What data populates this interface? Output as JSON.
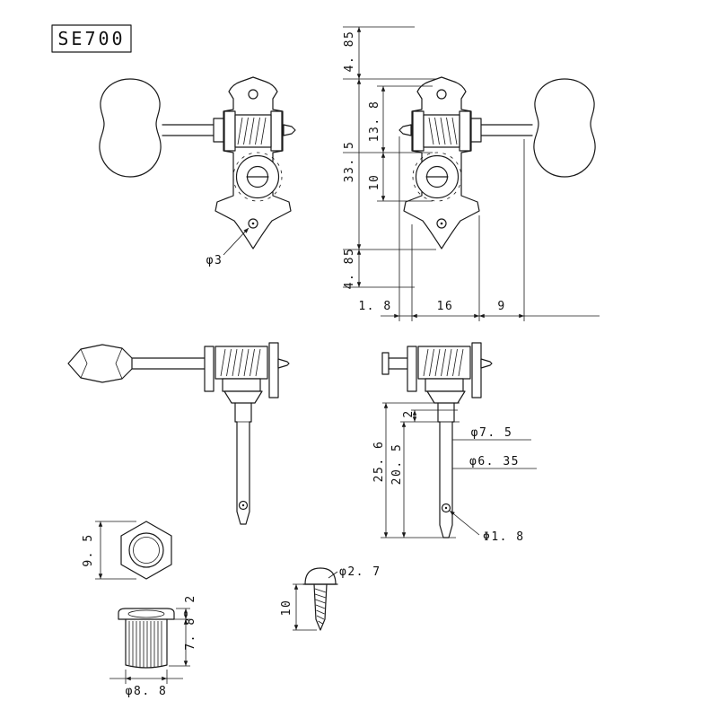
{
  "part_label": "SE700",
  "colors": {
    "line": "#1a1a1a",
    "background": "#ffffff"
  },
  "front_dims": {
    "top_offset": "4. 85",
    "upper_section": "13. 8",
    "overall_height": "33. 5",
    "lower_section": "10",
    "bottom_offset": "4. 85",
    "tip_width": "1. 8",
    "plate_width": "16",
    "stem_length": "9",
    "hole_dia": "φ3"
  },
  "side_dims": {
    "post_overall": "25. 6",
    "post_length": "20. 5",
    "collar": "2",
    "post_dia_upper": "φ7. 5",
    "post_dia_lower": "φ6. 35",
    "string_hole_dia": "Φ1. 8"
  },
  "nut_dims": {
    "across_flats": "9. 5"
  },
  "bushing_dims": {
    "flange_height": "2",
    "body_height": "7. 8",
    "outer_dia": "φ8. 8"
  },
  "screw_dims": {
    "head_dia": "φ2. 7",
    "length": "10"
  }
}
